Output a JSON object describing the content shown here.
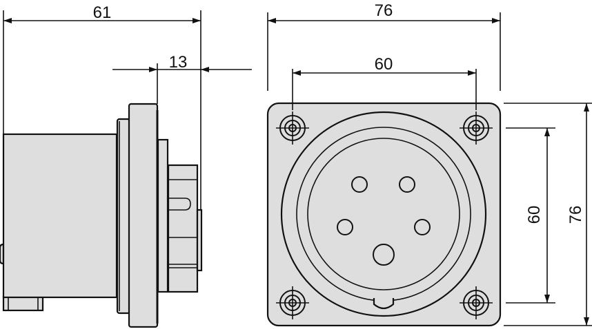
{
  "side_view": {
    "dimensions": {
      "overall_depth": "61",
      "front_depth": "13"
    }
  },
  "front_view": {
    "dimensions": {
      "width": "76",
      "hole_spacing_x": "60",
      "height": "76",
      "hole_spacing_y": "60"
    },
    "pin_count": 5,
    "mounting_holes": 4
  },
  "colors": {
    "fill": "#dedede",
    "line": "#111111"
  }
}
